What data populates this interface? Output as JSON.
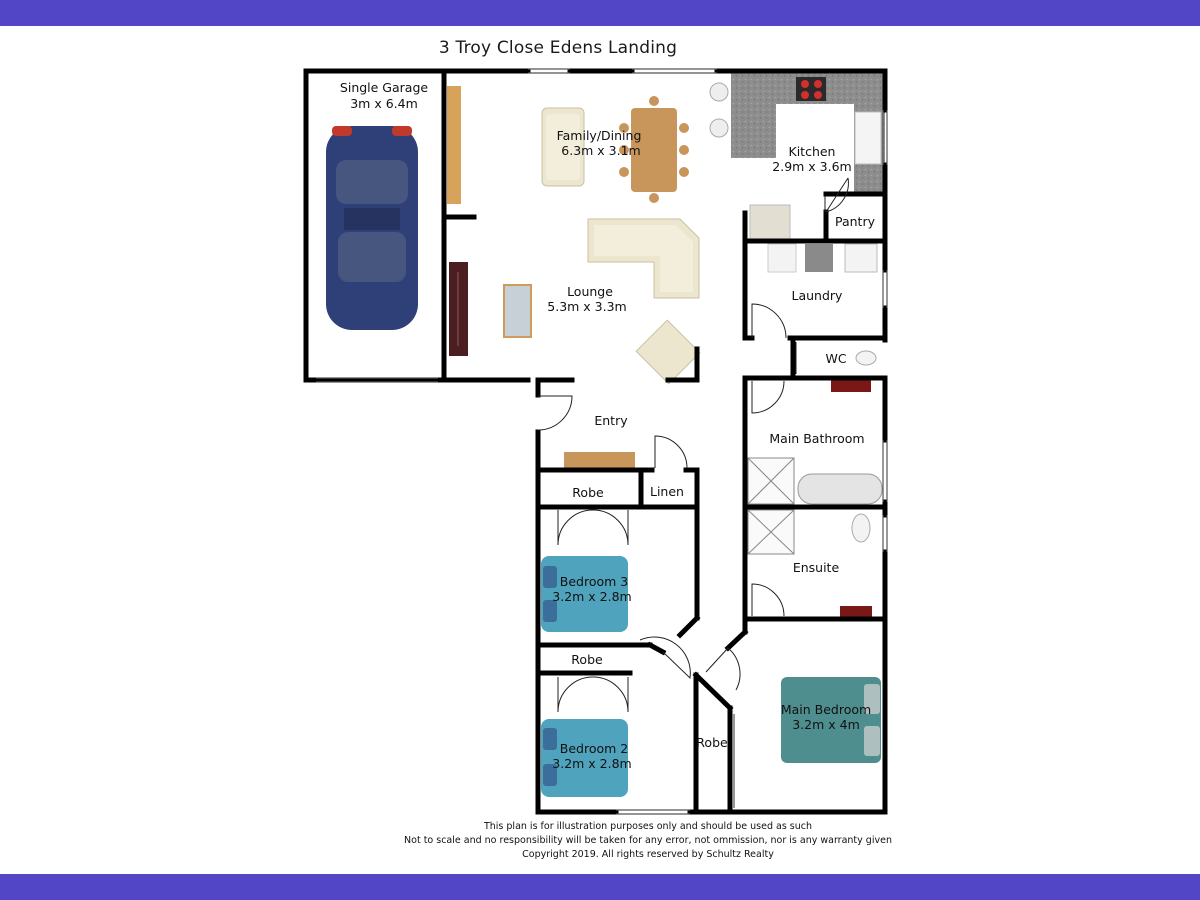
{
  "plan": {
    "title": "3 Troy Close Edens Landing",
    "rooms": {
      "garage_name": "Single Garage",
      "garage_size": "3m x 6.4m",
      "family_name": "Family/Dining",
      "family_size": "6.3m x 3.1m",
      "kitchen_name": "Kitchen",
      "kitchen_size": "2.9m x 3.6m",
      "pantry": "Pantry",
      "lounge_name": "Lounge",
      "lounge_size": "5.3m x 3.3m",
      "laundry": "Laundry",
      "wc": "WC",
      "entry": "Entry",
      "main_bathroom": "Main Bathroom",
      "robe_bed3": "Robe",
      "linen": "Linen",
      "bedroom3_name": "Bedroom 3",
      "bedroom3_size": "3.2m x 2.8m",
      "ensuite": "Ensuite",
      "robe_bed2": "Robe",
      "bedroom2_name": "Bedroom 2",
      "bedroom2_size": "3.2m x 2.8m",
      "robe_main": "Robe",
      "main_bedroom_name": "Main Bedroom",
      "main_bedroom_size": "3.2m x 4m"
    },
    "disclaimer": {
      "line1": "This plan is for illustration purposes only and should be used as such",
      "line2": "Not to scale and no responsibility will be taken for any error, not ommission, nor is any warranty given",
      "line3": "Copyright 2019.  All rights reserved by Schultz Realty"
    },
    "colors": {
      "band": "#5245c6",
      "wall": "#000000",
      "car": "#2f3f78",
      "bed": "#4fa3bd",
      "main_bed": "#4f8e8e",
      "counter": "#8a8a8a",
      "table": "#c8955a"
    }
  }
}
